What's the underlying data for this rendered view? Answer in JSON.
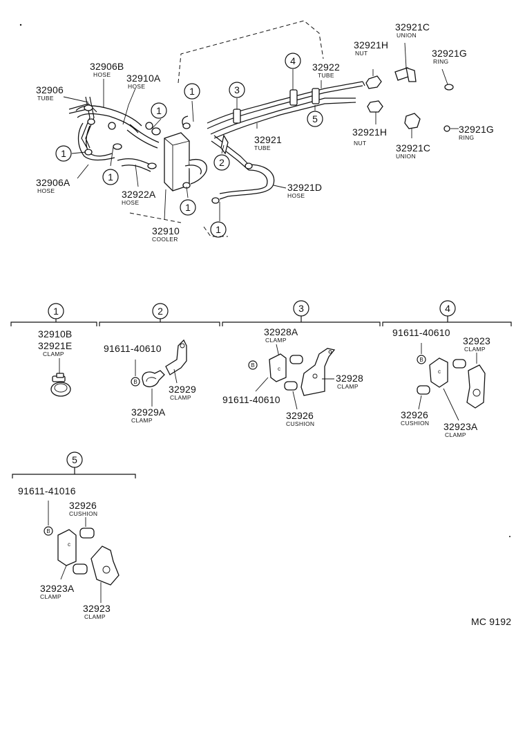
{
  "callouts": [
    "1",
    "2",
    "3",
    "4",
    "5"
  ],
  "bolt_marker": "B",
  "main": {
    "tube_32906": {
      "num": "32906",
      "desc": "TUBE"
    },
    "hose_32906B": {
      "num": "32906B",
      "desc": "HOSE"
    },
    "hose_32910A": {
      "num": "32910A",
      "desc": "HOSE"
    },
    "hose_32906A": {
      "num": "32906A",
      "desc": "HOSE"
    },
    "hose_32922A": {
      "num": "32922A",
      "desc": "HOSE"
    },
    "cooler_32910": {
      "num": "32910",
      "desc": "COOLER"
    },
    "tube_32921": {
      "num": "32921",
      "desc": "TUBE"
    },
    "tube_32922": {
      "num": "32922",
      "desc": "TUBE"
    },
    "hose_32921D": {
      "num": "32921D",
      "desc": "HOSE"
    },
    "nut_32921H_top": {
      "num": "32921H",
      "desc": "NUT"
    },
    "nut_32921H_bottom": {
      "num": "32921H",
      "desc": "NUT"
    },
    "union_32921C_top": {
      "num": "32921C",
      "desc": "UNION"
    },
    "union_32921C_bottom": {
      "num": "32921C",
      "desc": "UNION"
    },
    "ring_32921G_top": {
      "num": "32921G",
      "desc": "RING"
    },
    "ring_32921G_bottom": {
      "num": "32921G",
      "desc": "RING"
    }
  },
  "groups": {
    "g1": {
      "num_a": "32910B",
      "num_b": "32921E",
      "desc": "CLAMP"
    },
    "g2": {
      "bolt": "91611-40610",
      "clamp_a": {
        "num": "32929",
        "desc": "CLAMP"
      },
      "clamp_b": {
        "num": "32929A",
        "desc": "CLAMP"
      }
    },
    "g3": {
      "clamp_a": {
        "num": "32928A",
        "desc": "CLAMP"
      },
      "clamp_b": {
        "num": "32928",
        "desc": "CLAMP"
      },
      "bolt": "91611-40610",
      "cushion": {
        "num": "32926",
        "desc": "CUSHION"
      }
    },
    "g4": {
      "bolt": "91611-40610",
      "clamp_a": {
        "num": "32923",
        "desc": "CLAMP"
      },
      "cushion": {
        "num": "32926",
        "desc": "CUSHION"
      },
      "clamp_b": {
        "num": "32923A",
        "desc": "CLAMP"
      }
    },
    "g5": {
      "bolt": "91611-41016",
      "cushion": {
        "num": "32926",
        "desc": "CUSHION"
      },
      "clamp_b": {
        "num": "32923A",
        "desc": "CLAMP"
      },
      "clamp_a": {
        "num": "32923",
        "desc": "CLAMP"
      }
    }
  },
  "figure_code": "MC 9192"
}
